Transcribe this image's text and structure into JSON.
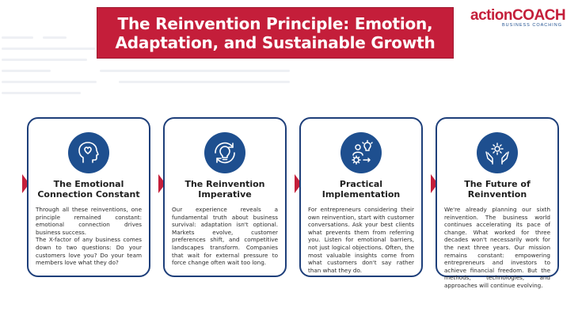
{
  "banner": {
    "line1": "The Reinvention Principle: Emotion,",
    "line2": "Adaptation, and Sustainable Growth"
  },
  "logo": {
    "action": "action",
    "coach": "COACH",
    "sub": "BUSINESS COACHING"
  },
  "colors": {
    "banner_red": "#c41e3a",
    "card_border": "#1e3f7a",
    "icon_blue": "#1e4f8f"
  },
  "cards": [
    {
      "icon": "head-heart-icon",
      "title_line1": "The Emotional",
      "title_line2": "Connection Constant",
      "body_p1": "Through all these reinventions, one principle remained constant: emotional connection drives business success.",
      "body_p2": "The X-factor of any business comes down to two questions: Do your customers love you? Do your team members love what they do?"
    },
    {
      "icon": "lightbulb-cycle-icon",
      "title_line1": "The Reinvention",
      "title_line2": "Imperative",
      "body_p1": "Our experience reveals a fundamental truth about business survival: adaptation isn't optional. Markets evolve, customer preferences shift, and competitive landscapes transform. Companies that wait for external pressure to force change often wait too long.",
      "body_p2": ""
    },
    {
      "icon": "team-gear-icon",
      "title_line1": "Practical",
      "title_line2": "Implementation",
      "body_p1": "For entrepreneurs considering their own reinvention, start with customer conversations. Ask your best clients what prevents them from referring you. Listen for emotional barriers, not just logical objections. Often, the most valuable insights come from what customers don't say rather than what they do.",
      "body_p2": ""
    },
    {
      "icon": "hands-gear-icon",
      "title_line1": "The Future of",
      "title_line2": "Reinvention",
      "body_p1": "We're already planning our sixth reinvention. The business world continues accelerating its pace of change. What worked for three decades won't necessarily work for the next three years. Our mission remains constant: empowering entrepreneurs and investors to achieve financial freedom. But the methods, technologies, and approaches will continue evolving.",
      "body_p2": ""
    }
  ]
}
